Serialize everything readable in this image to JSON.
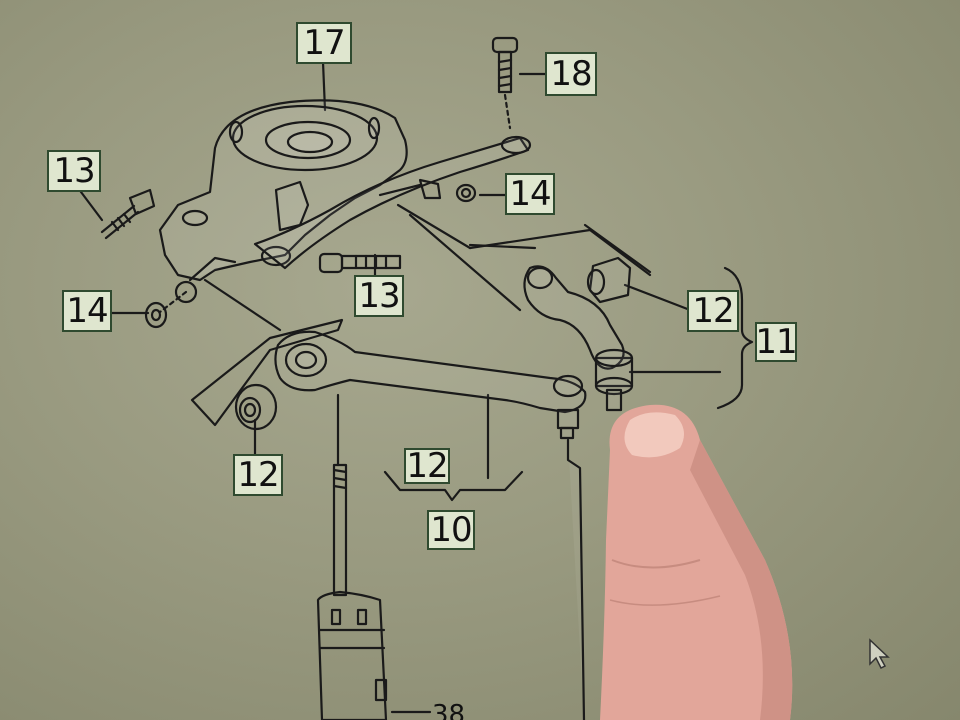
{
  "diagram": {
    "callouts": {
      "c17": "17",
      "c18": "18",
      "c13_left": "13",
      "c13_mid": "13",
      "c14_left": "14",
      "c14_right": "14",
      "c12_right": "12",
      "c11": "11",
      "c12_left": "12",
      "c12_mid": "12",
      "c10": "10"
    },
    "bottom_label": "38"
  },
  "colors": {
    "screen": "#9a9b82",
    "label_fill": "#dfe6cf",
    "label_border": "#2f4a2f",
    "ink": "#1a1a1a",
    "finger": "#e2a69a"
  }
}
